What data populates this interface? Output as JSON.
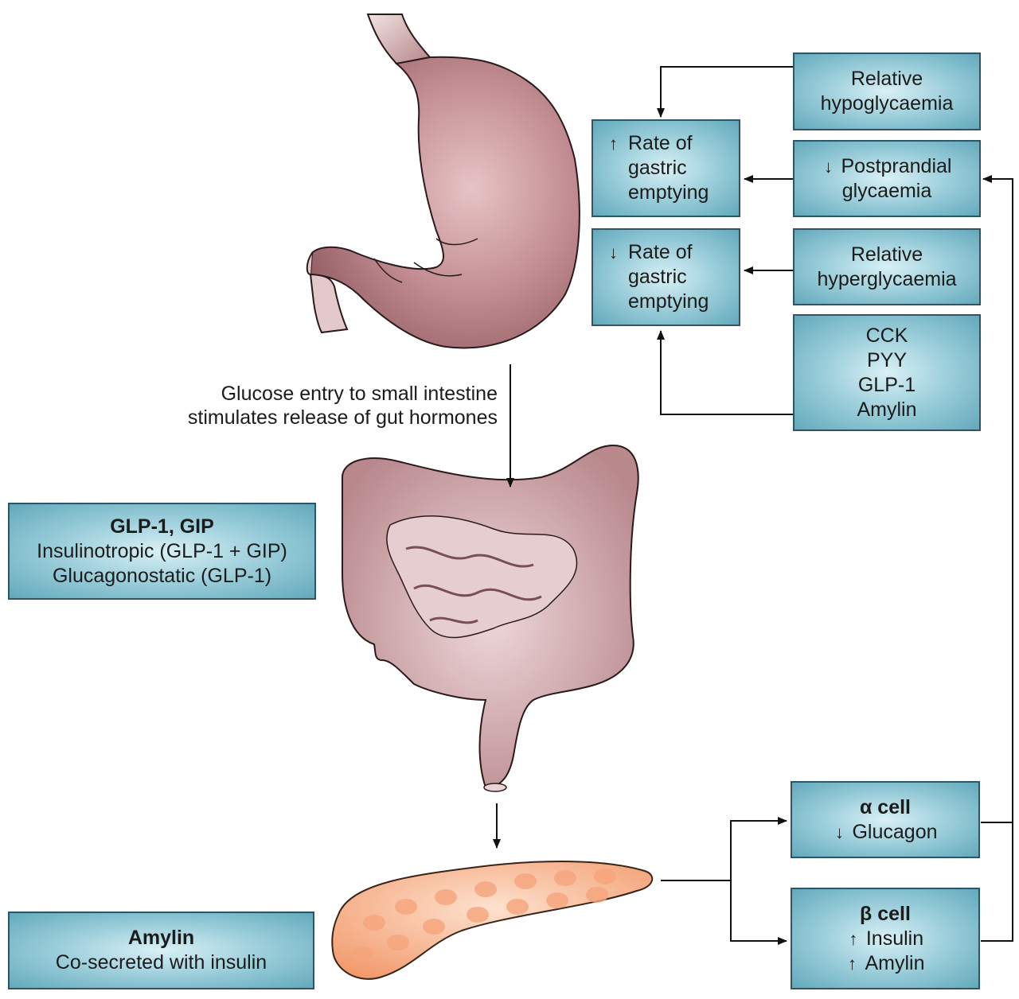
{
  "caption": {
    "line1": "Glucose entry to small intestine",
    "line2": "stimulates release of gut hormones"
  },
  "boxes": {
    "relative_hypoglycaemia": {
      "line1": "Relative",
      "line2": "hypoglycaemia"
    },
    "increase_gastric_emptying": {
      "arrow": "↑",
      "line1": "Rate of",
      "line2": "gastric",
      "line3": "emptying"
    },
    "postprandial_glycaemia": {
      "arrow": "↓",
      "line1": "Postprandial",
      "line2": "glycaemia"
    },
    "decrease_gastric_emptying": {
      "arrow": "↓",
      "line1": "Rate of",
      "line2": "gastric",
      "line3": "emptying"
    },
    "relative_hyperglycaemia": {
      "line1": "Relative",
      "line2": "hyperglycaemia"
    },
    "hormones": {
      "line1": "CCK",
      "line2": "PYY",
      "line3": "GLP-1",
      "line4": "Amylin"
    },
    "glp1_gip": {
      "title": "GLP-1, GIP",
      "line1": "Insulinotropic (GLP-1 + GIP)",
      "line2": "Glucagonostatic (GLP-1)"
    },
    "amylin": {
      "title": "Amylin",
      "line1": "Co-secreted with insulin"
    },
    "alpha_cell": {
      "title": "α cell",
      "arrow": "↓",
      "line1": "Glucagon"
    },
    "beta_cell": {
      "title": "β cell",
      "arrow1": "↑",
      "line1": "Insulin",
      "arrow2": "↑",
      "line2": "Amylin"
    }
  },
  "colors": {
    "box_fill_center": "#d9f0f5",
    "box_fill_edge": "#62a9bb",
    "box_border": "#2f5563",
    "stomach": "#b77a80",
    "intestine": "#c9a0a4",
    "pancreas": "#f7b28a"
  }
}
